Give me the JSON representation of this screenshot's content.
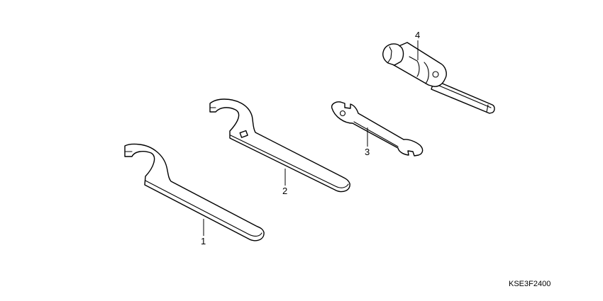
{
  "diagram": {
    "callouts": {
      "part1": "1",
      "part2": "2",
      "part3": "3",
      "part4": "4"
    },
    "figure_code": "KSE3F2400"
  }
}
